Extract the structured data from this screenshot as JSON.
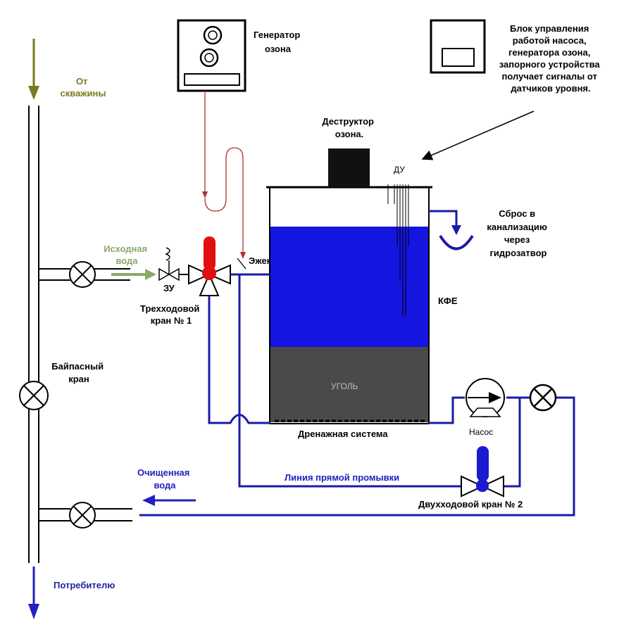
{
  "colors": {
    "water_blue": "#0000ff",
    "water_fill": "#1515e0",
    "pipe_blue": "#1a1aa8",
    "coal_gray": "#4a4a4a",
    "ozone_line": "#b03030",
    "olive": "#7a7a1e",
    "green_arrow": "#8aa86a",
    "red_valve": "#e01010"
  },
  "labels": {
    "from_well": [
      "От",
      "скважины"
    ],
    "source_water": [
      "Исходная",
      "вода"
    ],
    "zu": "ЗУ",
    "three_way_valve": [
      "Трехходовой",
      "кран № 1"
    ],
    "ozone_generator": [
      "Генератор",
      "озона"
    ],
    "control_unit": [
      "Блок управления",
      "работой насоса,",
      "генератора озона,",
      "запорного устройства",
      "получает сигналы от",
      "датчиков уровня."
    ],
    "ozone_destructor": [
      "Деструктор",
      "озона."
    ],
    "du": "ДУ",
    "ejector": "Эжектор",
    "drain_sewer": [
      "Сброс в",
      "канализацию",
      "через",
      "гидрозатвор"
    ],
    "kfe": "КФЕ",
    "coal": "УГОЛЬ",
    "drainage_system": "Дренажная система",
    "pump": "Насос",
    "bypass_valve": [
      "Байпасный",
      "кран"
    ],
    "direct_flush_line": "Линия прямой промывки",
    "two_way_valve": "Двухходовой кран № 2",
    "clean_water": [
      "Очищенная",
      "вода"
    ],
    "to_consumer": "Потребителю"
  }
}
